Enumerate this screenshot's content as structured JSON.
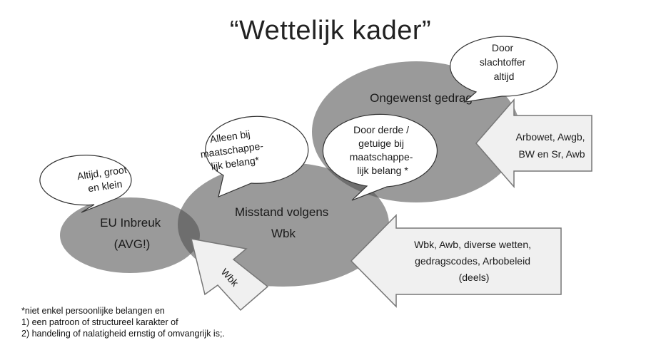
{
  "title": "“Wettelijk kader”",
  "colors": {
    "ellipse": "#9a9a9a",
    "ellipse_overlap": "#6e6e6e",
    "arrow_fill": "#f0f0f0",
    "arrow_stroke": "#777777",
    "callout_fill": "#ffffff",
    "callout_stroke": "#333333"
  },
  "ellipses": {
    "eu": {
      "lines": [
        "EU Inbreuk",
        "(AVG!)"
      ]
    },
    "wbk": {
      "lines": [
        "Misstand volgens",
        "Wbk"
      ]
    },
    "ongewenst": {
      "lines": [
        "Ongewenst gedrag"
      ]
    }
  },
  "callouts": {
    "altijd": {
      "lines": [
        "Altijd, groot",
        "en klein"
      ]
    },
    "alleen_bij": {
      "lines": [
        "Alleen bij",
        "maatschappe-",
        "lijk belang*"
      ]
    },
    "door_derde": {
      "lines": [
        "Door derde /",
        "getuige bij",
        "maatschappe-",
        "lijk belang *"
      ]
    },
    "door_slachtoffer": {
      "lines": [
        "Door",
        "slachtoffer",
        "altijd"
      ]
    }
  },
  "arrows": {
    "arbowet": {
      "lines": [
        "Arbowet, Awgb,",
        "BW en Sr, Awb"
      ]
    },
    "wbk_awb": {
      "lines": [
        "Wbk, Awb, diverse wetten,",
        "gedragscodes, Arbobeleid",
        "(deels)"
      ]
    },
    "wbk": {
      "label": "Wbk"
    }
  },
  "footnote": {
    "lines": [
      "*niet enkel persoonlijke belangen en",
      "1) een patroon of structureel karakter of",
      "2) handeling of nalatigheid ernstig of omvangrijk is;."
    ]
  }
}
